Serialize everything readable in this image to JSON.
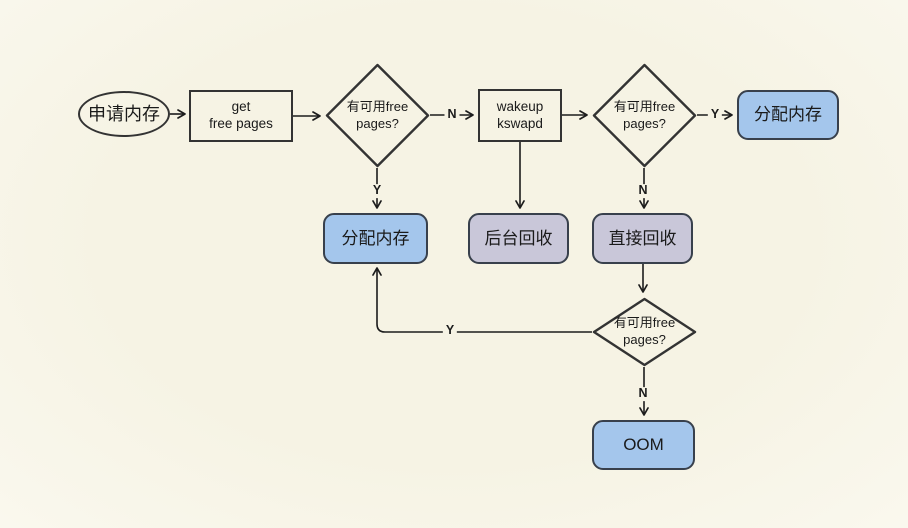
{
  "colors": {
    "background": "#f6f3e4",
    "node_blue": "#a4c6ec",
    "node_lavender": "#c9c7d9",
    "node_border": "#333333",
    "connector": "#1c1c1c"
  },
  "nodes": {
    "start": {
      "label": "申请内存",
      "shape": "ellipse"
    },
    "get_free_pages": {
      "label": "get\nfree pages",
      "shape": "rect"
    },
    "check_free_1": {
      "label": "有可用free\npages?",
      "shape": "diamond"
    },
    "wakeup_kswapd": {
      "label": "wakeup\nkswapd",
      "shape": "rect"
    },
    "check_free_2": {
      "label": "有可用free\npages?",
      "shape": "diamond"
    },
    "alloc_memory_right": {
      "label": "分配内存",
      "shape": "rounded-blue"
    },
    "alloc_memory_mid": {
      "label": "分配内存",
      "shape": "rounded-blue"
    },
    "background_reclaim": {
      "label": "后台回收",
      "shape": "rounded-lavender"
    },
    "direct_reclaim": {
      "label": "直接回收",
      "shape": "rounded-lavender"
    },
    "check_free_3": {
      "label": "有可用free\npages?",
      "shape": "diamond"
    },
    "oom": {
      "label": "OOM",
      "shape": "rounded-blue"
    }
  },
  "edge_labels": {
    "check1_no": "N",
    "check1_yes": "Y",
    "check2_yes": "Y",
    "check2_no": "N",
    "check3_yes": "Y",
    "check3_no": "N"
  }
}
